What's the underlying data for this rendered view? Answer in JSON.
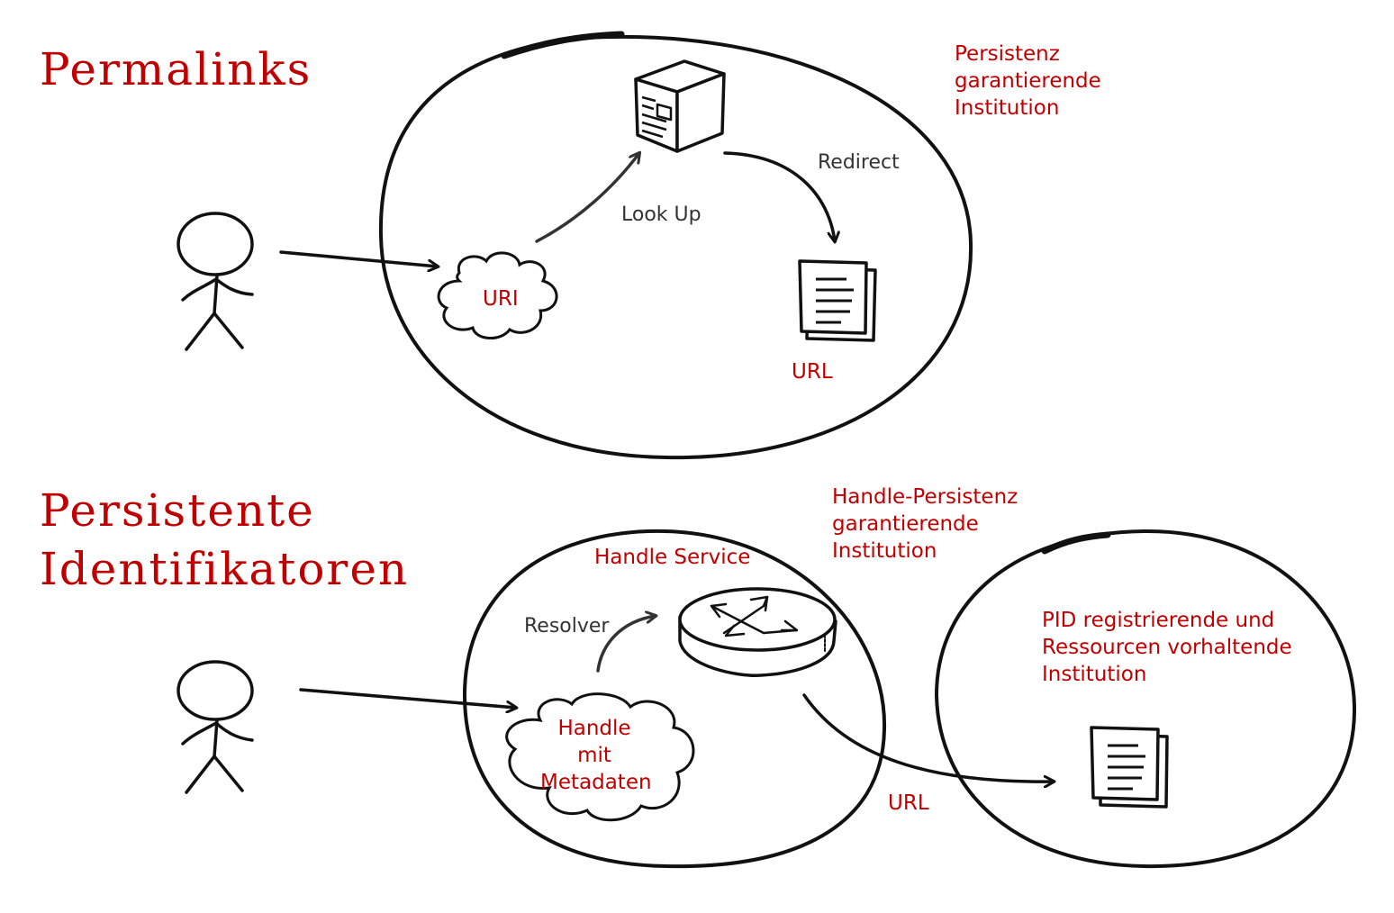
{
  "permalinks": {
    "title": "Permalinks",
    "institution": [
      "Persistenz",
      "garantierende",
      "Institution"
    ],
    "lookup": "Look Up",
    "redirect": "Redirect",
    "uri": "URI",
    "url": "URL"
  },
  "pid": {
    "title": [
      "Persistente",
      "Identifikatoren"
    ],
    "handle_institution": [
      "Handle-Persistenz",
      "garantierende",
      "Institution"
    ],
    "handle_service": "Handle Service",
    "resolver": "Resolver",
    "handle_cloud": [
      "Handle",
      "mit",
      "Metadaten"
    ],
    "registering_institution": [
      "PID registrierende und",
      "Ressourcen vorhaltende",
      "Institution"
    ],
    "url": "URL"
  },
  "colors": {
    "red": "#c00000",
    "ink": "#111111",
    "gray": "#333333"
  },
  "icons": {
    "person": "stick-figure-icon",
    "server": "server-icon",
    "document": "document-icon",
    "router": "router-icon",
    "cloud": "cloud-icon"
  }
}
